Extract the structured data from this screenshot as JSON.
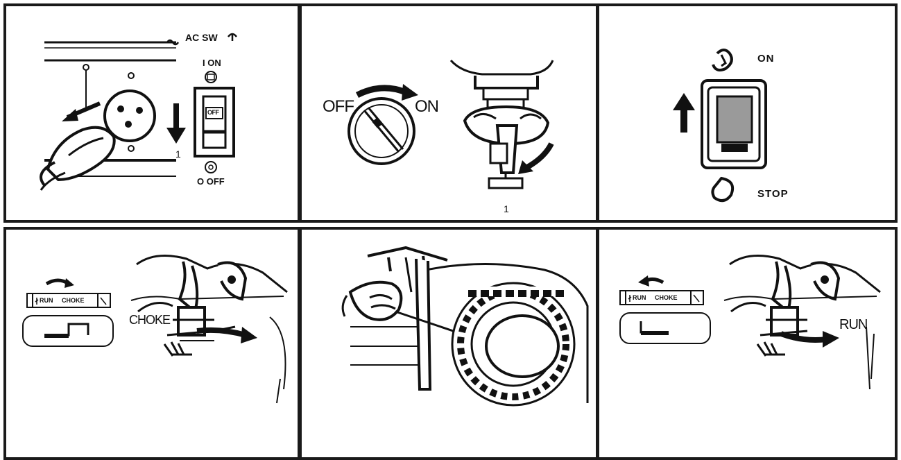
{
  "panels": {
    "p1": {
      "ac_sw": "AC SW",
      "on": "I ON",
      "off": "O OFF",
      "switch_text": "OFF",
      "callout": "1"
    },
    "p2": {
      "off": "OFF",
      "on": "ON",
      "callout": "1"
    },
    "p3": {
      "on": "ON",
      "stop": "STOP"
    },
    "p4": {
      "run": "RUN",
      "choke": "CHOKE",
      "callout": "CHOKE"
    },
    "p5": {},
    "p6": {
      "run": "RUN",
      "choke": "CHOKE",
      "callout": "RUN"
    }
  }
}
